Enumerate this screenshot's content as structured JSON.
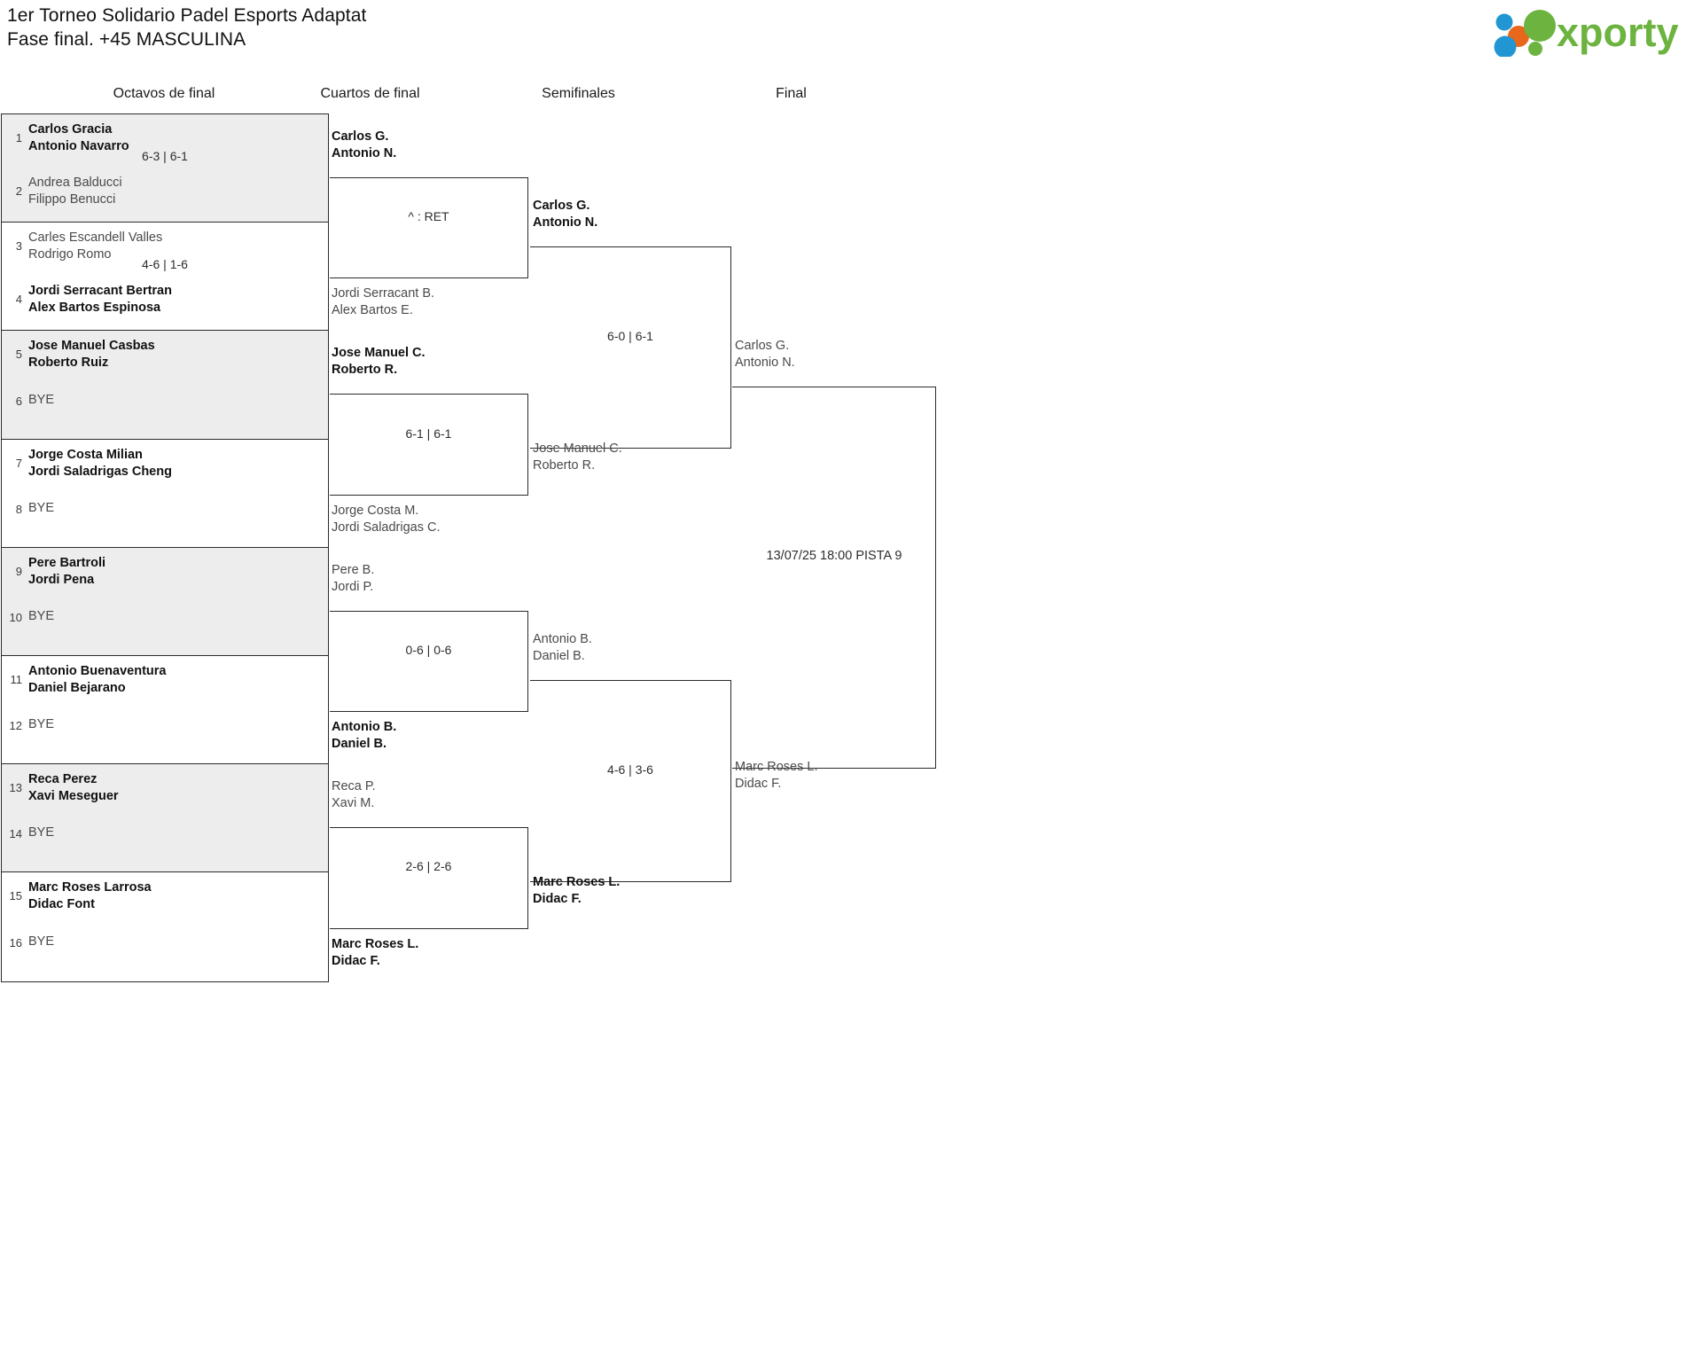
{
  "header": {
    "title_line1": "1er Torneo Solidario Padel Esports Adaptat",
    "title_line2": "Fase final. +45 MASCULINA",
    "logo_text": "xporty",
    "logo_colors": {
      "green": "#6cb33f",
      "blue": "#2196d3",
      "orange": "#e8671a"
    }
  },
  "rounds": [
    {
      "label": "Octavos de final"
    },
    {
      "label": "Cuartos de final"
    },
    {
      "label": "Semifinales"
    },
    {
      "label": "Final"
    }
  ],
  "round1": {
    "matches": [
      {
        "score": "6-3 | 6-1",
        "top": {
          "seed": "1",
          "p1": "Carlos Gracia",
          "p2": "Antonio Navarro",
          "winner": true
        },
        "bottom": {
          "seed": "2",
          "p1": "Andrea Balducci",
          "p2": "Filippo Benucci",
          "winner": false
        }
      },
      {
        "score": "4-6 | 1-6",
        "top": {
          "seed": "3",
          "p1": "Carles Escandell Valles",
          "p2": "Rodrigo Romo",
          "winner": false
        },
        "bottom": {
          "seed": "4",
          "p1": "Jordi Serracant Bertran",
          "p2": "Alex Bartos Espinosa",
          "winner": true
        }
      },
      {
        "score": "",
        "top": {
          "seed": "5",
          "p1": "Jose Manuel Casbas",
          "p2": "Roberto Ruiz",
          "winner": true
        },
        "bottom": {
          "seed": "6",
          "bye": "BYE"
        }
      },
      {
        "score": "",
        "top": {
          "seed": "7",
          "p1": "Jorge Costa Milian",
          "p2": "Jordi Saladrigas Cheng",
          "winner": true
        },
        "bottom": {
          "seed": "8",
          "bye": "BYE"
        }
      },
      {
        "score": "",
        "top": {
          "seed": "9",
          "p1": "Pere Bartroli",
          "p2": "Jordi Pena",
          "winner": true
        },
        "bottom": {
          "seed": "10",
          "bye": "BYE"
        }
      },
      {
        "score": "",
        "top": {
          "seed": "11",
          "p1": "Antonio Buenaventura",
          "p2": "Daniel Bejarano",
          "winner": true
        },
        "bottom": {
          "seed": "12",
          "bye": "BYE"
        }
      },
      {
        "score": "",
        "top": {
          "seed": "13",
          "p1": "Reca Perez",
          "p2": "Xavi Meseguer",
          "winner": true
        },
        "bottom": {
          "seed": "14",
          "bye": "BYE"
        }
      },
      {
        "score": "",
        "top": {
          "seed": "15",
          "p1": "Marc Roses Larrosa",
          "p2": "Didac Font",
          "winner": true
        },
        "bottom": {
          "seed": "16",
          "bye": "BYE"
        }
      }
    ]
  },
  "round2": {
    "matches": [
      {
        "score": "^ : RET",
        "top": {
          "p1": "Carlos G.",
          "p2": "Antonio N.",
          "winner": true
        },
        "bottom": {
          "p1": "Jordi Serracant B.",
          "p2": "Alex Bartos E.",
          "winner": false
        }
      },
      {
        "score": "6-1 | 6-1",
        "top": {
          "p1": "Jose Manuel C.",
          "p2": "Roberto R.",
          "winner": true
        },
        "bottom": {
          "p1": "Jorge Costa M.",
          "p2": "Jordi Saladrigas C.",
          "winner": false
        }
      },
      {
        "score": "0-6 | 0-6",
        "top": {
          "p1": "Pere B.",
          "p2": "Jordi P.",
          "winner": false
        },
        "bottom": {
          "p1": "Antonio B.",
          "p2": "Daniel B.",
          "winner": true
        }
      },
      {
        "score": "2-6 | 2-6",
        "top": {
          "p1": "Reca P.",
          "p2": "Xavi M.",
          "winner": false
        },
        "bottom": {
          "p1": "Marc Roses L.",
          "p2": "Didac F.",
          "winner": true
        }
      }
    ]
  },
  "round3": {
    "matches": [
      {
        "score": "6-0 | 6-1",
        "top": {
          "p1": "Carlos G.",
          "p2": "Antonio N.",
          "winner": true
        },
        "bottom": {
          "p1": "Jose Manuel C.",
          "p2": "Roberto R.",
          "winner": false
        }
      },
      {
        "score": "4-6 | 3-6",
        "top": {
          "p1": "Antonio B.",
          "p2": "Daniel B.",
          "winner": false
        },
        "bottom": {
          "p1": "Marc Roses L.",
          "p2": "Didac F.",
          "winner": true
        }
      }
    ]
  },
  "round4": {
    "matches": [
      {
        "score": "13/07/25 18:00 PISTA 9",
        "top": {
          "p1": "Carlos G.",
          "p2": "Antonio N.",
          "winner": false
        },
        "bottom": {
          "p1": "Marc Roses L.",
          "p2": "Didac F.",
          "winner": false
        }
      }
    ]
  }
}
